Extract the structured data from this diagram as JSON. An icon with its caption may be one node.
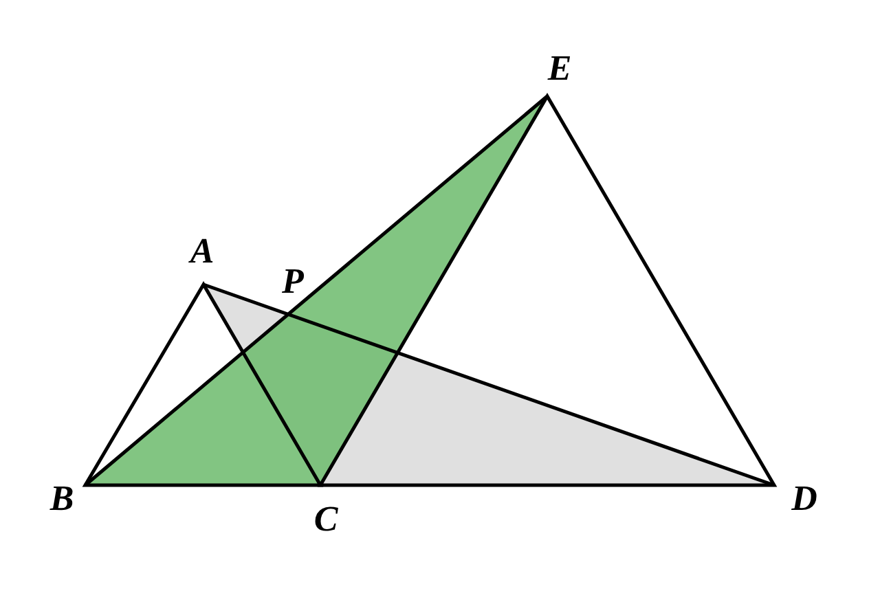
{
  "diagram": {
    "labels": [
      "E",
      "A",
      "P",
      "B",
      "C",
      "D"
    ]
  }
}
